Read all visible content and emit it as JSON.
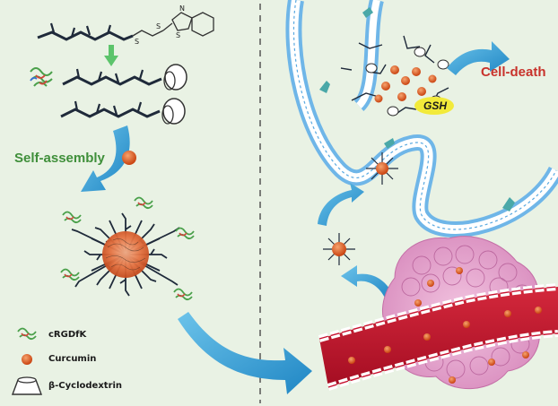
{
  "labels": {
    "self_assembly": "Self-assembly",
    "cell_death": "Cell-death",
    "gsh": "GSH"
  },
  "legend": {
    "crgdfk": "cRGDfK",
    "curcumin": "Curcumin",
    "cyclodextrin": "β-Cyclodextrin"
  },
  "chemical_atoms": {
    "sulfur": "S",
    "nitrogen": "N"
  },
  "colors": {
    "background": "#e9f2e4",
    "arrow": "#3aa6d8",
    "polymer_chain": "#1f2a3a",
    "curcumin": "#d9541e",
    "blood_vessel": "#c8102e",
    "tumor": "#e7a9cf",
    "membrane": "#6fb6e8",
    "gsh_bubble": "#f2ea3a",
    "self_assembly_text": "#3f8f3a",
    "cell_death_text": "#c8322b"
  }
}
